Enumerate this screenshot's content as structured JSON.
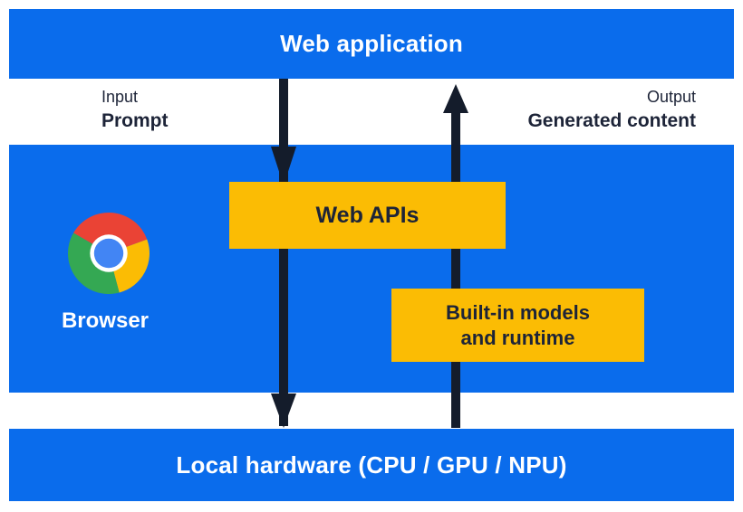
{
  "colors": {
    "blue": "#0a6cec",
    "yellow": "#fbbc04",
    "navy": "#1d2438",
    "arrow": "#141c2b",
    "white": "#ffffff",
    "chrome_red": "#ea4335",
    "chrome_green": "#34a853",
    "chrome_yellow": "#fbbc04",
    "chrome_blue": "#4285f4"
  },
  "bands": {
    "web_application": {
      "label": "Web application"
    },
    "local_hardware": {
      "label": "Local hardware (CPU / GPU / NPU)"
    }
  },
  "io": {
    "input_caption": "Input",
    "input_value": "Prompt",
    "output_caption": "Output",
    "output_value": "Generated content"
  },
  "browser": {
    "icon": "chrome-logo-icon",
    "label": "Browser"
  },
  "boxes": {
    "web_apis": {
      "label": "Web APIs"
    },
    "builtin": {
      "line1": "Built-in models",
      "line2": "and runtime"
    }
  }
}
